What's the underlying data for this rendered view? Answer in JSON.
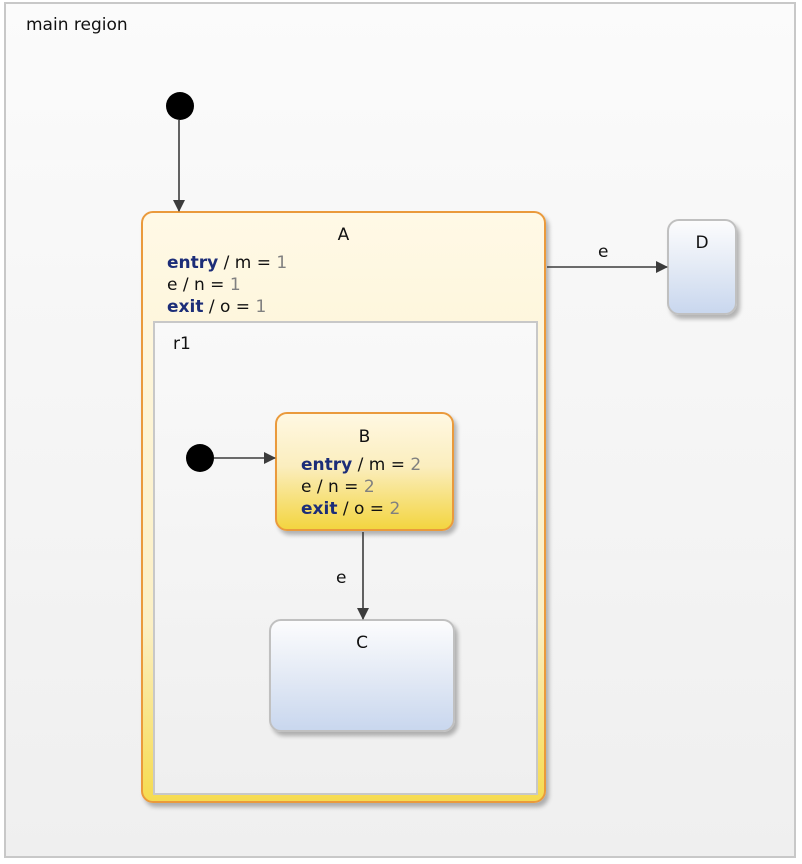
{
  "main_region": {
    "label": "main region"
  },
  "states": {
    "A": {
      "name": "A",
      "behaviors": [
        {
          "keyword": "entry",
          "action": " / m = ",
          "value": "1"
        },
        {
          "keyword": "",
          "action": "e / n = ",
          "value": "1"
        },
        {
          "keyword": "exit",
          "action": " / o = ",
          "value": "1"
        }
      ],
      "region": {
        "label": "r1"
      }
    },
    "B": {
      "name": "B",
      "behaviors": [
        {
          "keyword": "entry",
          "action": " / m = ",
          "value": "2"
        },
        {
          "keyword": "",
          "action": "e / n = ",
          "value": "2"
        },
        {
          "keyword": "exit",
          "action": " / o = ",
          "value": "2"
        }
      ]
    },
    "C": {
      "name": "C"
    },
    "D": {
      "name": "D"
    }
  },
  "transitions": {
    "a_to_d": {
      "trigger": "e"
    },
    "b_to_c": {
      "trigger": "e"
    }
  },
  "colors": {
    "keyword": "#1c2d78",
    "literal": "#808080",
    "active_border": "#ea9a3c",
    "active_fill_bottom": "#f3d540",
    "normal_fill_bottom": "#c9d7ee"
  }
}
